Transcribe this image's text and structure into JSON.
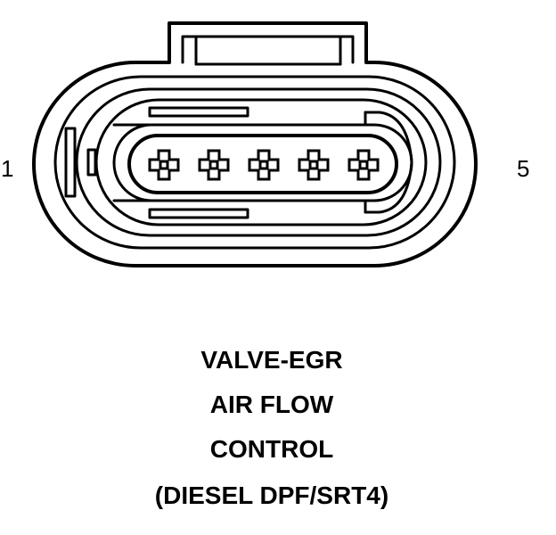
{
  "connector": {
    "pin_count": 5,
    "left_pin_label": "1",
    "right_pin_label": "5",
    "stroke_color": "#000000",
    "background_color": "#ffffff"
  },
  "caption": {
    "lines": [
      "VALVE-EGR",
      "AIR FLOW",
      "CONTROL",
      "(DIESEL DPF/SRT4)"
    ]
  }
}
